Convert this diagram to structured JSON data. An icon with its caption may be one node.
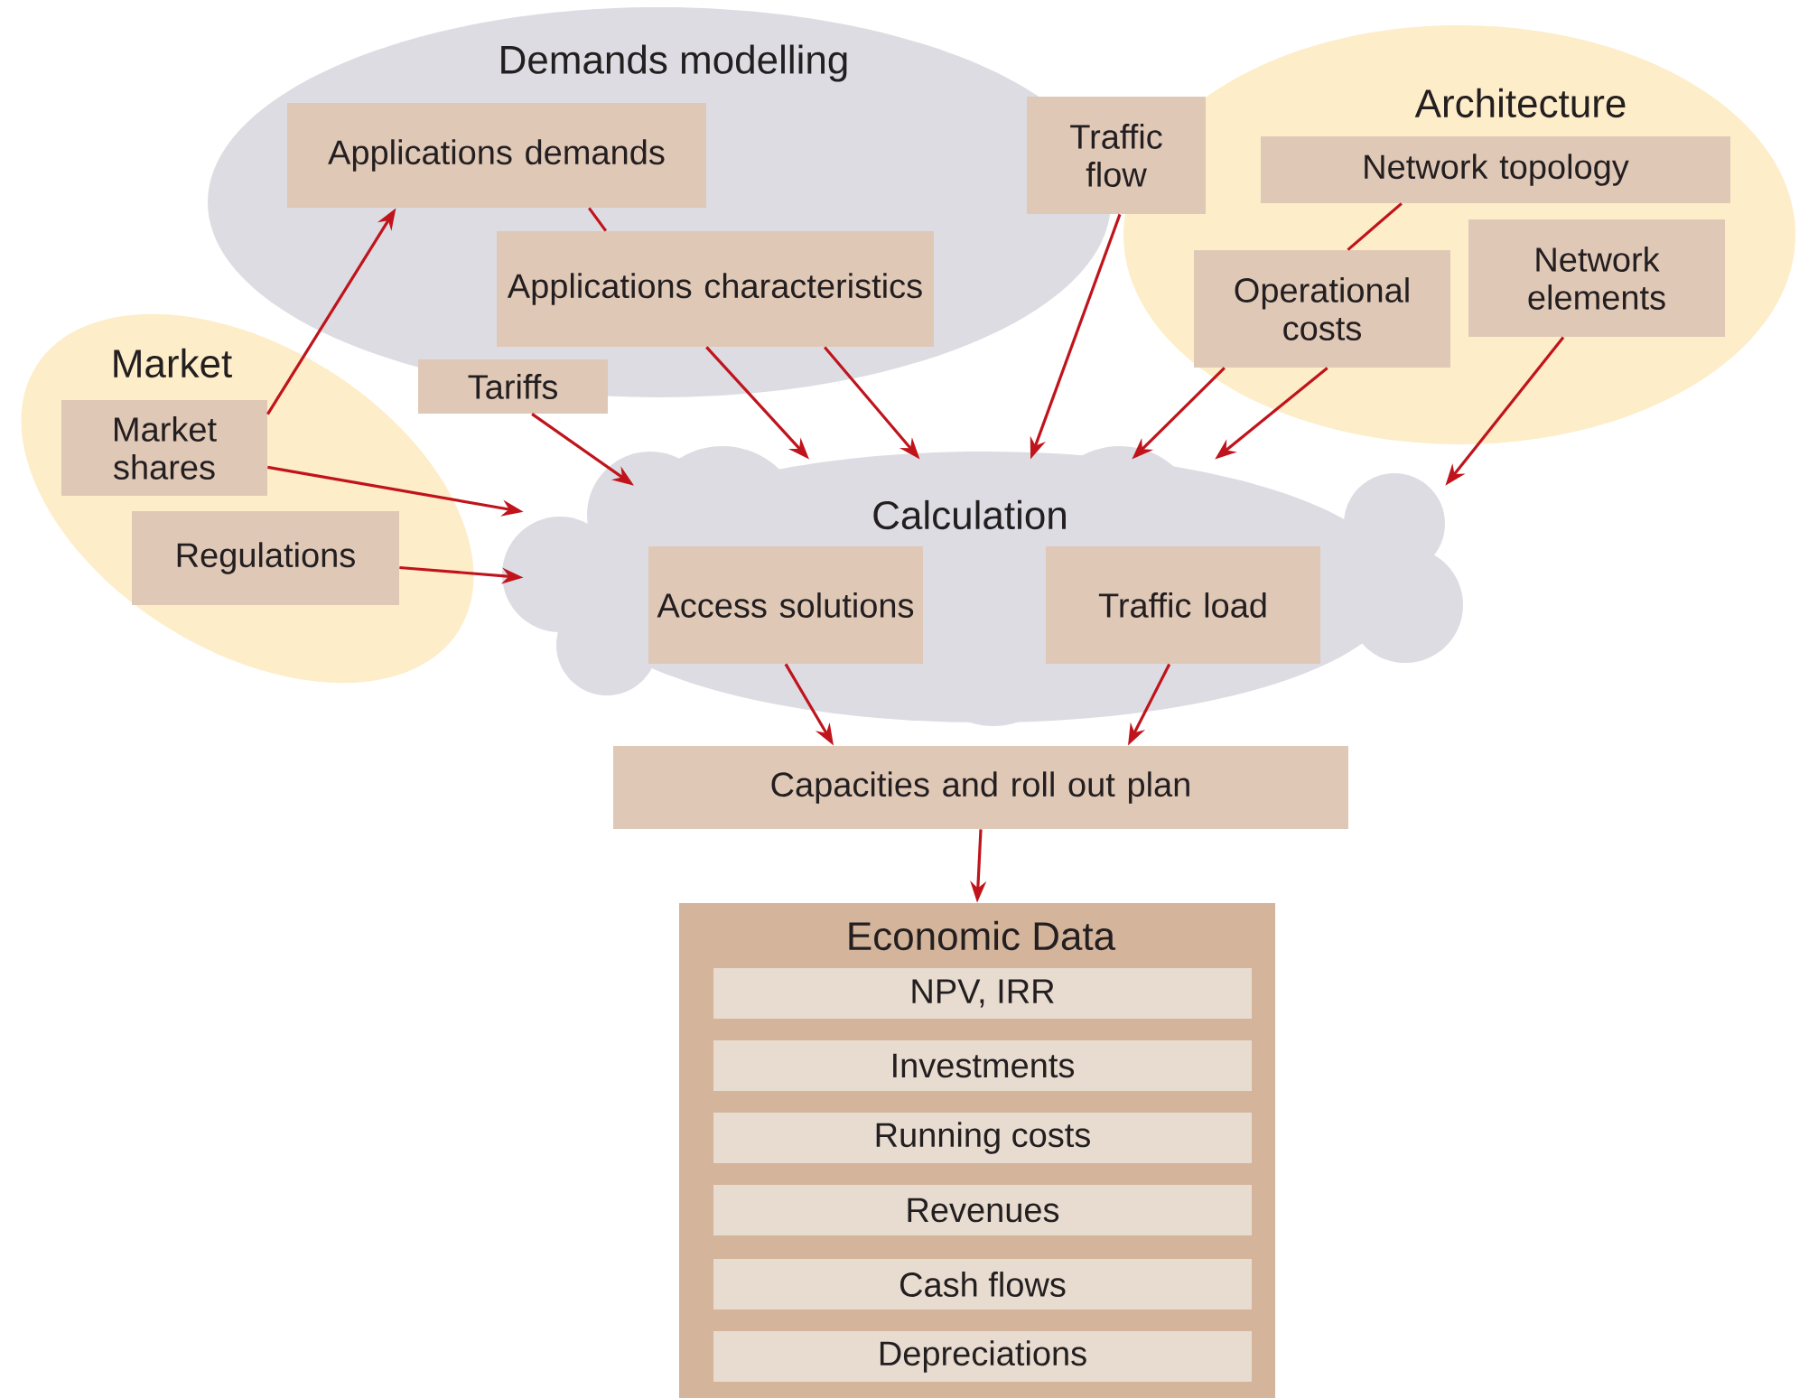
{
  "diagram": {
    "nodes": [
      {
        "text": [
          "Demands modelling"
        ]
      },
      {
        "text": [
          "Applications demands"
        ],
        "in": 0
      },
      {
        "text": [
          "Applications characteristics"
        ],
        "in": 0
      },
      {
        "text": [
          "Traffic flow"
        ]
      },
      {
        "text": [
          "Architecture"
        ]
      },
      {
        "text": [
          "Network topology"
        ],
        "in": 4
      },
      {
        "text": [
          "Operational costs"
        ],
        "in": 4
      },
      {
        "text": [
          "Network elements"
        ],
        "in": 4
      },
      {
        "text": [
          "Market"
        ]
      },
      {
        "text": [
          "Market shares"
        ],
        "in": 8
      },
      {
        "text": [
          "Regulations"
        ],
        "in": 8
      },
      {
        "text": [
          "Tariffs"
        ]
      },
      {
        "text": [
          "Calculation"
        ]
      },
      {
        "text": [
          "Access solutions"
        ],
        "in": 12
      },
      {
        "text": [
          "Traffic load"
        ],
        "in": 12
      },
      {
        "text": [
          "Capacities and roll out plan"
        ]
      },
      {
        "text": [
          "Economic Data"
        ]
      },
      {
        "text": [
          "NPV, IRR"
        ],
        "in": 16
      },
      {
        "text": [
          "Investments"
        ],
        "in": 16
      },
      {
        "text": [
          "Running costs"
        ],
        "in": 16
      },
      {
        "text": [
          "Revenues"
        ],
        "in": 16
      },
      {
        "text": [
          "Cash flows"
        ],
        "in": 16
      },
      {
        "text": [
          "Depreciations"
        ],
        "in": 16
      }
    ],
    "edges": [
      {
        "from": 9,
        "to": 1,
        "arrow": "to"
      },
      {
        "from": 9,
        "to": 12,
        "arrow": "to"
      },
      {
        "from": 10,
        "to": 12,
        "arrow": "to"
      },
      {
        "from": 11,
        "to": 12,
        "arrow": "to"
      },
      {
        "from": 1,
        "to": 2,
        "arrow": "none"
      },
      {
        "from": 2,
        "to": 12,
        "arrow": "to"
      },
      {
        "from": 2,
        "to": 12,
        "arrow": "to"
      },
      {
        "from": 3,
        "to": 12,
        "arrow": "to"
      },
      {
        "from": 5,
        "to": 6,
        "arrow": "none"
      },
      {
        "from": 6,
        "to": 12,
        "arrow": "to"
      },
      {
        "from": 6,
        "to": 12,
        "arrow": "to"
      },
      {
        "from": 7,
        "to": 12,
        "arrow": "to"
      },
      {
        "from": 13,
        "to": 15,
        "arrow": "to"
      },
      {
        "from": 14,
        "to": 15,
        "arrow": "to"
      },
      {
        "from": 15,
        "to": 16,
        "arrow": "to"
      }
    ]
  }
}
